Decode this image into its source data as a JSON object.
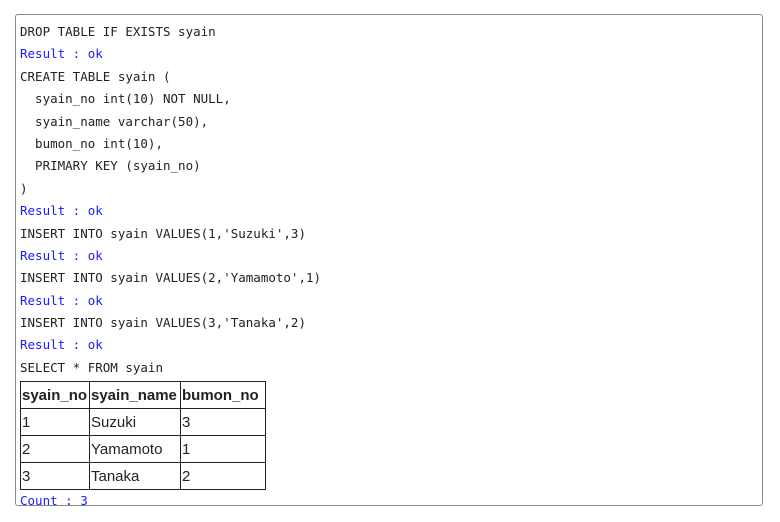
{
  "lines": [
    {
      "text": "DROP TABLE IF EXISTS syain",
      "type": "sql"
    },
    {
      "text": "Result : ok",
      "type": "result"
    },
    {
      "text": "CREATE TABLE syain (",
      "type": "sql"
    },
    {
      "text": "  syain_no int(10) NOT NULL,",
      "type": "sql"
    },
    {
      "text": "  syain_name varchar(50),",
      "type": "sql"
    },
    {
      "text": "  bumon_no int(10),",
      "type": "sql"
    },
    {
      "text": "  PRIMARY KEY (syain_no)",
      "type": "sql"
    },
    {
      "text": ")",
      "type": "sql"
    },
    {
      "text": "Result : ok",
      "type": "result"
    },
    {
      "text": "INSERT INTO syain VALUES(1,'Suzuki',3)",
      "type": "sql"
    },
    {
      "text": "Result : ok",
      "type": "result"
    },
    {
      "text": "INSERT INTO syain VALUES(2,'Yamamoto',1)",
      "type": "sql"
    },
    {
      "text": "Result : ok",
      "type": "result"
    },
    {
      "text": "INSERT INTO syain VALUES(3,'Tanaka',2)",
      "type": "sql"
    },
    {
      "text": "Result : ok",
      "type": "result"
    },
    {
      "text": "SELECT * FROM syain",
      "type": "sql"
    }
  ],
  "table": {
    "headers": [
      "syain_no",
      "syain_name",
      "bumon_no"
    ],
    "rows": [
      [
        "1",
        "Suzuki",
        "3"
      ],
      [
        "2",
        "Yamamoto",
        "1"
      ],
      [
        "3",
        "Tanaka",
        "2"
      ]
    ]
  },
  "count": "Count : 3",
  "colors": {
    "result": "#1a1aff",
    "text": "#222222"
  }
}
